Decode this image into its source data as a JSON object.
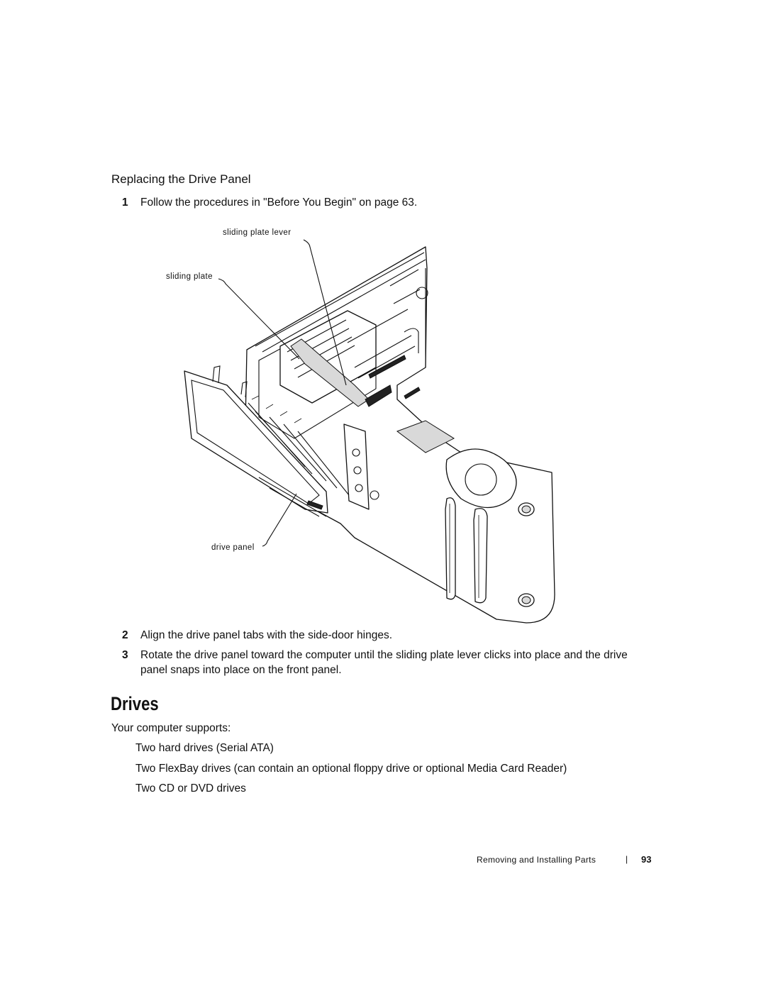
{
  "section": {
    "title": "Replacing the Drive Panel"
  },
  "steps": [
    {
      "num": "1",
      "text": "Follow the procedures in \"Before You Begin\" on page 63."
    },
    {
      "num": "2",
      "text": "Align the drive panel tabs with the side-door hinges."
    },
    {
      "num": "3",
      "text": "Rotate the drive panel toward the computer until the sliding plate lever clicks into place and the drive panel snaps into place on the front panel."
    }
  ],
  "figure": {
    "callouts": {
      "sliding_plate_lever": "sliding plate lever",
      "sliding_plate": "sliding plate",
      "drive_panel": "drive panel"
    }
  },
  "drives": {
    "heading": "Drives",
    "intro": "Your computer supports:",
    "items": [
      "Two hard drives (Serial ATA)",
      "Two FlexBay drives (can contain an optional floppy drive or optional Media Card Reader)",
      "Two CD or DVD drives"
    ]
  },
  "footer": {
    "section_name": "Removing and Installing Parts",
    "separator": "|",
    "page_number": "93"
  }
}
